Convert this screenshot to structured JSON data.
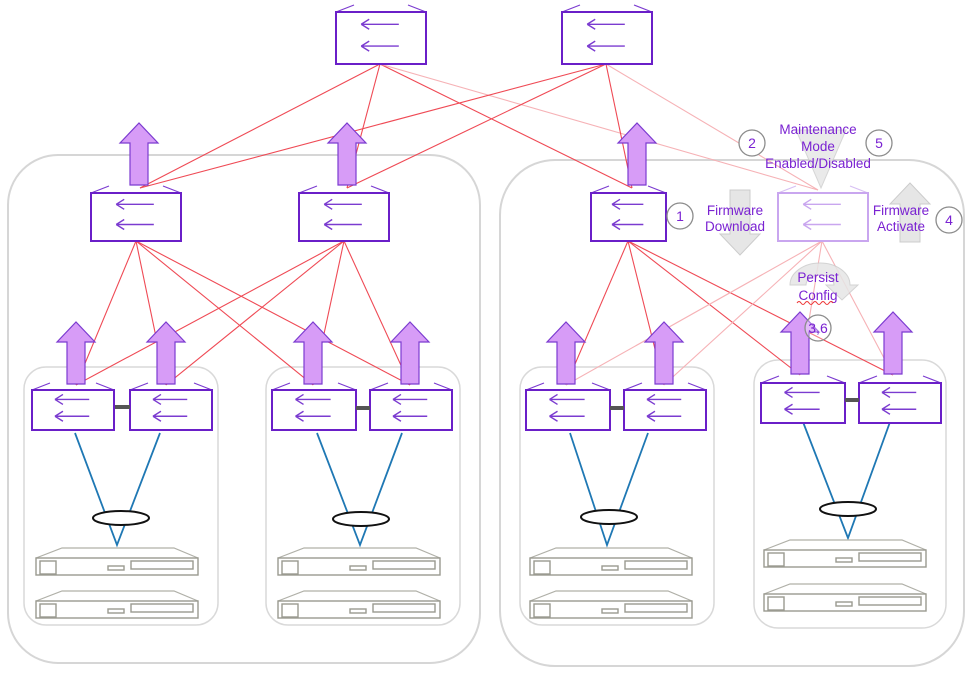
{
  "diagram": {
    "title": "Switch firmware upgrade workflow",
    "colors": {
      "switch_border": "#6a1fc8",
      "uplink_arrow": "#d79cf7",
      "fabric_link": "#ef4a55",
      "host_link": "#1f78b4",
      "label_text": "#7a22d2",
      "container": "#d6d6d6"
    },
    "spines": [
      {
        "id": "spine-1"
      },
      {
        "id": "spine-2"
      }
    ],
    "pods": [
      {
        "id": "pod-left",
        "leaves": [
          {
            "id": "leaf-l1"
          },
          {
            "id": "leaf-l2"
          }
        ],
        "racks": [
          {
            "id": "rack-l1",
            "tor_switches": 2,
            "servers": 2
          },
          {
            "id": "rack-l2",
            "tor_switches": 2,
            "servers": 2
          }
        ]
      },
      {
        "id": "pod-right",
        "leaves": [
          {
            "id": "leaf-r1"
          },
          {
            "id": "leaf-r2",
            "state": "upgrading"
          }
        ],
        "racks": [
          {
            "id": "rack-r1",
            "tor_switches": 2,
            "servers": 2
          },
          {
            "id": "rack-r2",
            "tor_switches": 2,
            "servers": 2
          }
        ]
      }
    ],
    "steps": [
      {
        "number": "1",
        "label_lines": [
          "Firmware",
          "Download"
        ]
      },
      {
        "number": "2",
        "label_lines": [
          "Maintenance",
          "Mode",
          "Enabled/Disabled"
        ]
      },
      {
        "number": "3,6",
        "label_lines": [
          "Persist",
          "Config"
        ]
      },
      {
        "number": "4",
        "label_lines": [
          "Firmware",
          "Activate"
        ]
      },
      {
        "number": "5",
        "label_lines": []
      }
    ]
  }
}
